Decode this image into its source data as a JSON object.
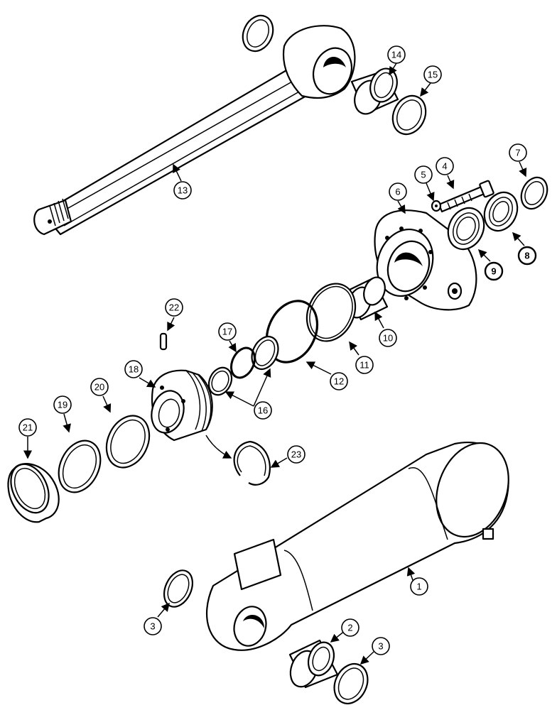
{
  "callouts": {
    "c1": "1",
    "c2": "2",
    "c3a": "3",
    "c3b": "3",
    "c4": "4",
    "c5": "5",
    "c6": "6",
    "c7": "7",
    "c8": "8",
    "c9": "9",
    "c10": "10",
    "c11": "11",
    "c12": "12",
    "c13": "13",
    "c14": "14",
    "c15": "15",
    "c16": "16",
    "c17": "17",
    "c18": "18",
    "c19": "19",
    "c20": "20",
    "c21": "21",
    "c22": "22",
    "c23": "23"
  }
}
